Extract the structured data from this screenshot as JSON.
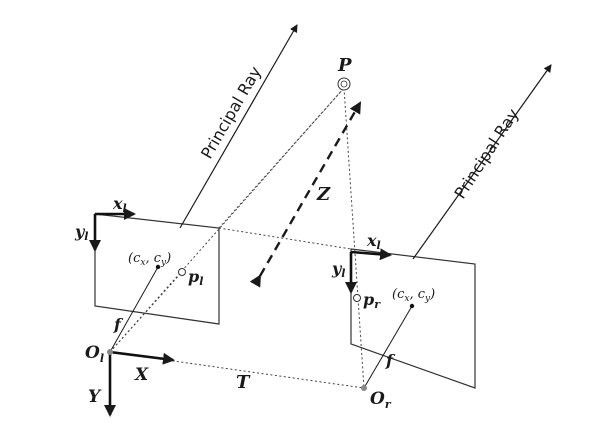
{
  "diagram": {
    "principal_ray_left": "Principal Ray",
    "principal_ray_right": "Principal Ray",
    "point_P": "P",
    "depth_Z": "Z",
    "baseline_T": "T",
    "left_cam": {
      "x_main": "x",
      "x_sub": "l",
      "y_main": "y",
      "y_sub": "l",
      "c_text": "(c",
      "cx_sub": "x",
      "c_mid": ", c",
      "cy_sub": "y",
      "c_close": ")",
      "p_main": "p",
      "p_sub": "l",
      "f": "f",
      "O_main": "O",
      "O_sub": "l",
      "X": "X",
      "Y": "Y"
    },
    "right_cam": {
      "x_main": "x",
      "x_sub": "l",
      "y_main": "y",
      "y_sub": "l",
      "c_text": "(c",
      "cx_sub": "x",
      "c_mid": ", c",
      "cy_sub": "y",
      "c_close": ")",
      "p_main": "p",
      "p_sub": "r",
      "f": "f",
      "O_main": "O",
      "O_sub": "r"
    }
  }
}
